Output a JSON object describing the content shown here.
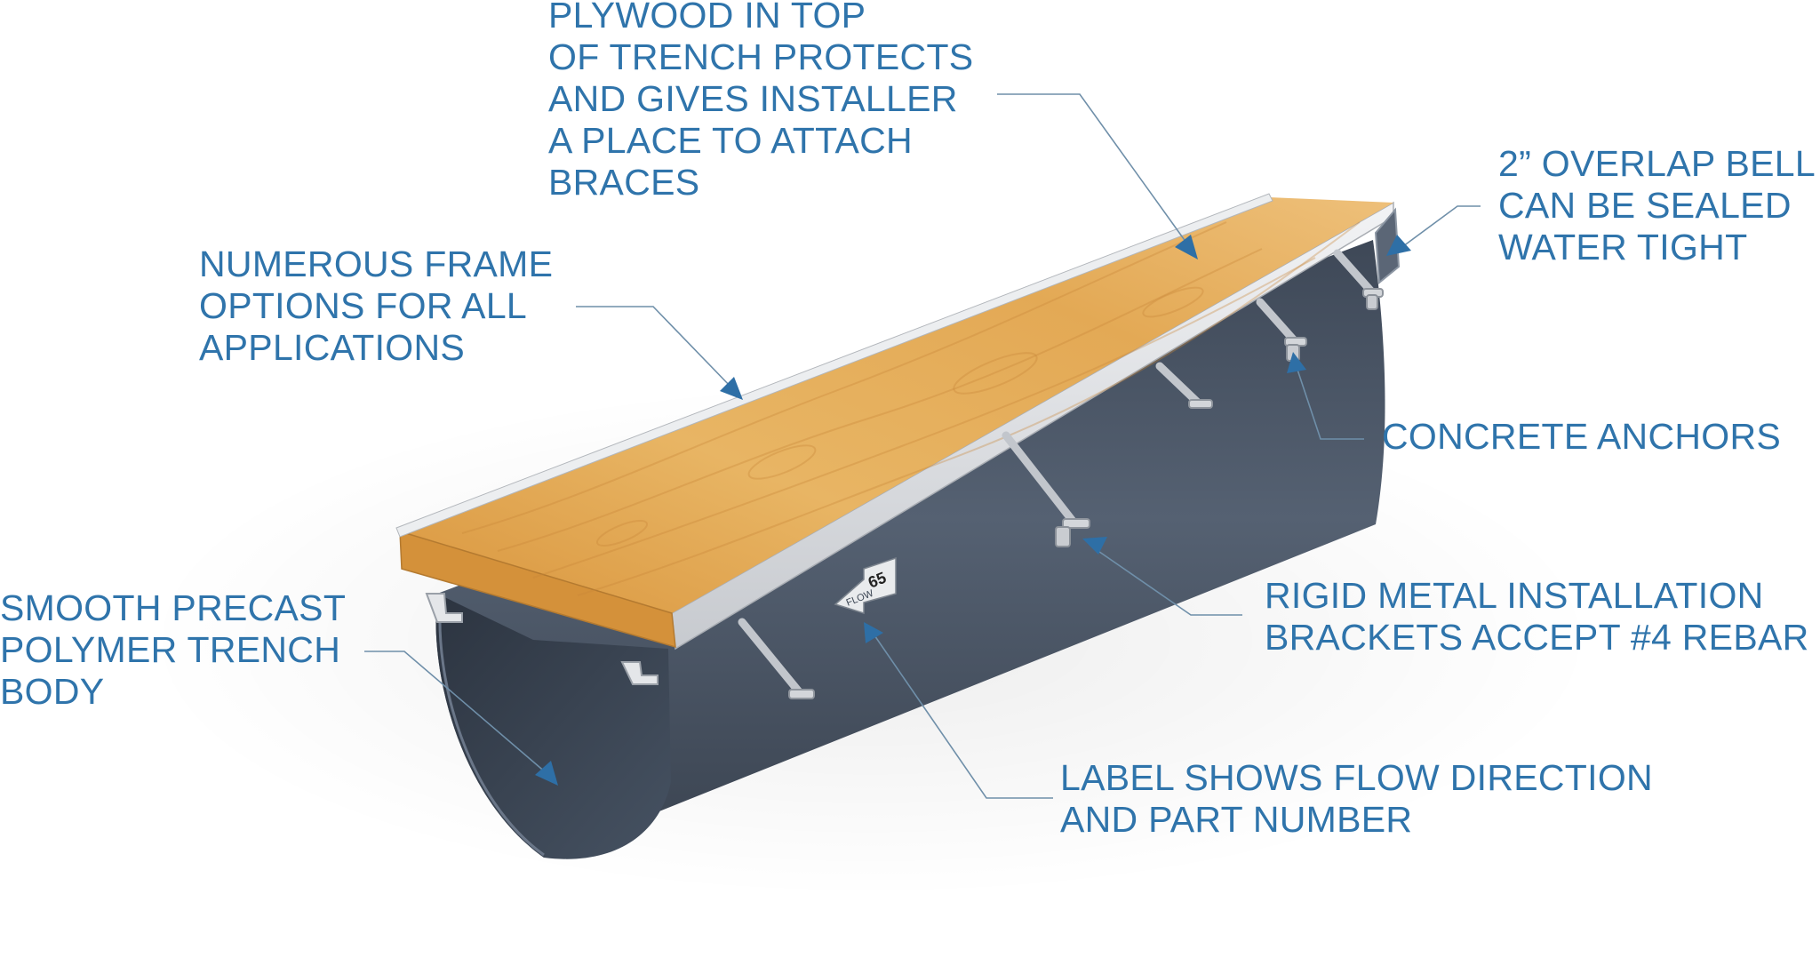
{
  "colors": {
    "label_text": "#2f74ab",
    "leader_line": "#6f8fa9",
    "arrow": "#2e6fa6",
    "trench_body": "#4a5564",
    "plywood": "#e2a852",
    "frame": "#dadcdf",
    "bracket": "#b9bdc3"
  },
  "callouts": {
    "plywood": {
      "lines": [
        "PLYWOOD IN TOP",
        "OF TRENCH PROTECTS",
        "AND GIVES INSTALLER",
        "A PLACE TO ATTACH",
        "BRACES"
      ]
    },
    "overlap_bell": {
      "lines": [
        "2” OVERLAP BELL",
        "CAN BE SEALED",
        "WATER TIGHT"
      ]
    },
    "frame_options": {
      "lines": [
        "NUMEROUS FRAME",
        "OPTIONS FOR ALL",
        "APPLICATIONS"
      ]
    },
    "concrete_anchors": {
      "lines": [
        "CONCRETE ANCHORS"
      ]
    },
    "trench_body": {
      "lines": [
        "SMOOTH PRECAST",
        "POLYMER TRENCH",
        "BODY"
      ]
    },
    "brackets": {
      "lines": [
        "RIGID METAL INSTALLATION",
        "BRACKETS ACCEPT #4 REBAR"
      ]
    },
    "flow_label": {
      "lines": [
        "LABEL SHOWS FLOW DIRECTION",
        "AND PART NUMBER"
      ]
    }
  },
  "product_label": {
    "direction_text": "FLOW",
    "part_number": "65"
  }
}
